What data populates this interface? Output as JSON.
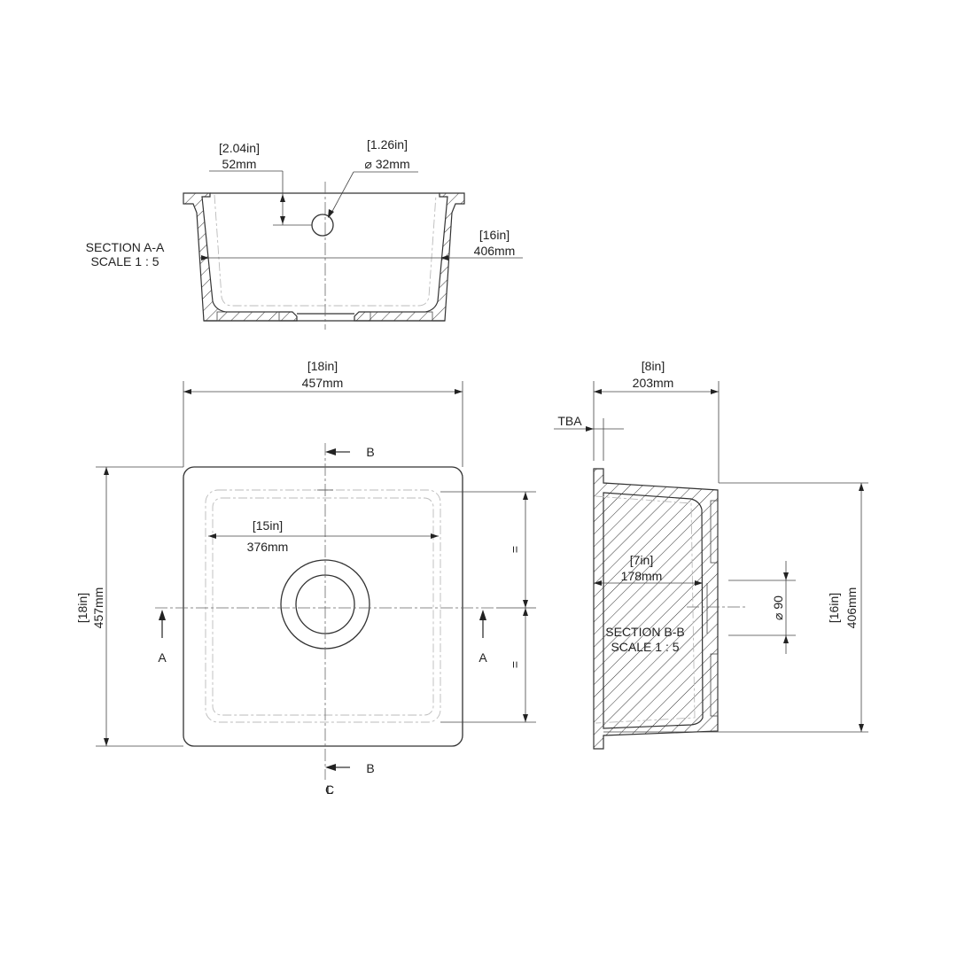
{
  "section_aa": {
    "title": "SECTION A-A",
    "scale": "SCALE 1 : 5",
    "dim_overflow_depth": {
      "inch": "[2.04in]",
      "mm": "52mm"
    },
    "dim_overflow_dia": {
      "inch": "[1.26in]",
      "mm": "⌀ 32mm"
    },
    "dim_depth": {
      "inch": "[16in]",
      "mm": "406mm"
    }
  },
  "plan_view": {
    "dim_width": {
      "inch": "[18in]",
      "mm": "457mm"
    },
    "dim_length": {
      "inch": "[18in]",
      "mm": "457mm"
    },
    "dim_bowl": {
      "inch": "[15in]",
      "mm": "376mm"
    },
    "equal_mark_top": "=",
    "equal_mark_bottom": "=",
    "section_a_left": "A",
    "section_a_right": "A",
    "section_b_top": "B",
    "section_b_bottom": "B",
    "centerline_symbol": "CL"
  },
  "section_bb": {
    "title": "SECTION B-B",
    "scale": "SCALE 1 : 5",
    "dim_height": {
      "inch": "[8in]",
      "mm": "203mm"
    },
    "dim_inner_depth": {
      "inch": "[7in]",
      "mm": "178mm"
    },
    "dim_drain": "⌀ 90",
    "dim_width": {
      "inch": "[16in]",
      "mm": "406mm"
    },
    "flange_label": "TBA"
  }
}
